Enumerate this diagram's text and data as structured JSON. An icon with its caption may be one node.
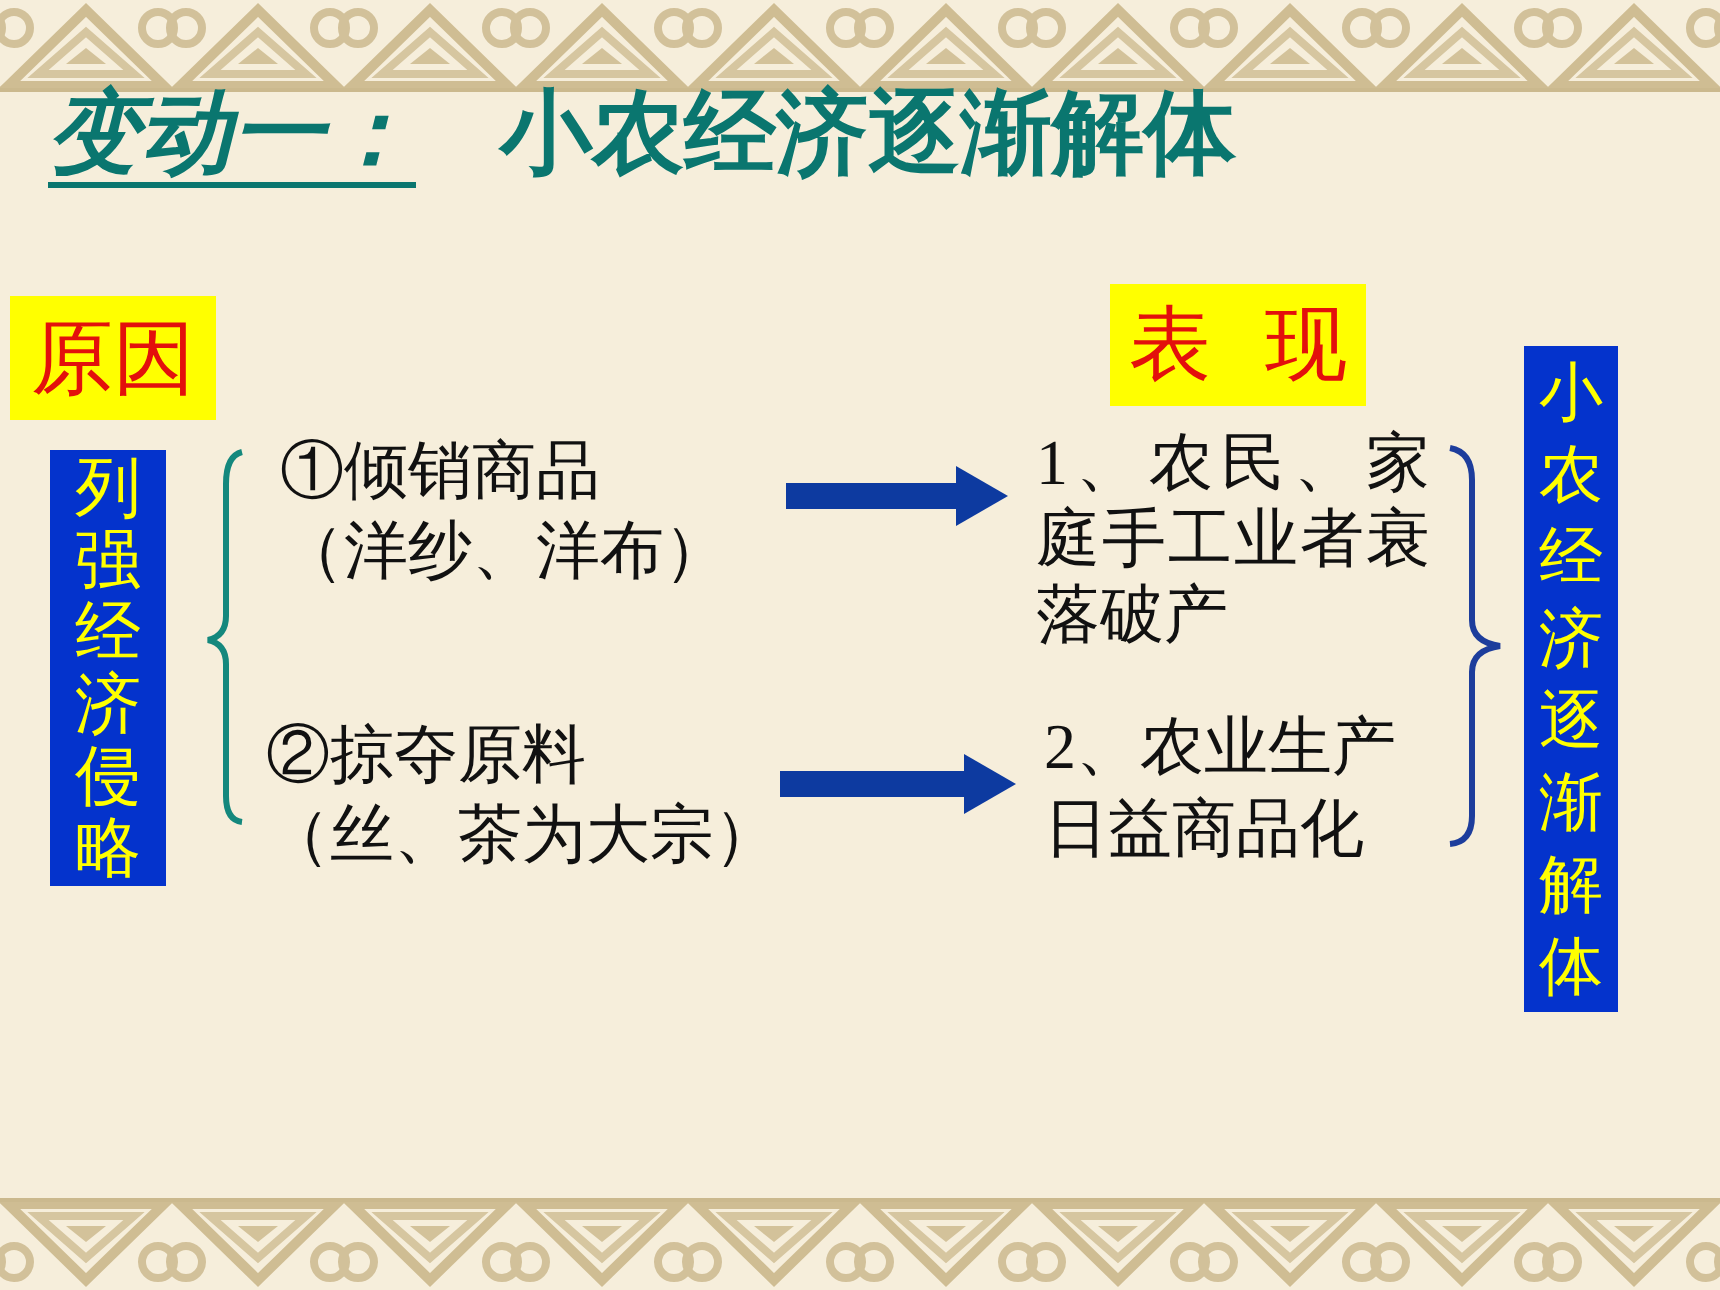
{
  "diagram": {
    "title": "*变动一：* 小农经济逐渐解体",
    "nodes": [
      {
        "text": [
          "原因"
        ]
      },
      {
        "text": [
          "列强经济侵略"
        ]
      },
      {
        "text": [
          "①倾销商品",
          "（洋纱、洋布）"
        ]
      },
      {
        "text": [
          "②掠夺原料",
          "（丝、茶为大宗）"
        ]
      },
      {
        "text": [
          "表 现"
        ]
      },
      {
        "text": [
          "1、农民、家庭手工业者衰落破产"
        ]
      },
      {
        "text": [
          "2、农业生产日益商品化"
        ]
      },
      {
        "text": [
          "小农经济逐渐解体"
        ]
      }
    ],
    "edges": [
      {
        "from": 2,
        "to": 5,
        "arrow": "to"
      },
      {
        "from": 3,
        "to": 6,
        "arrow": "to"
      }
    ]
  }
}
